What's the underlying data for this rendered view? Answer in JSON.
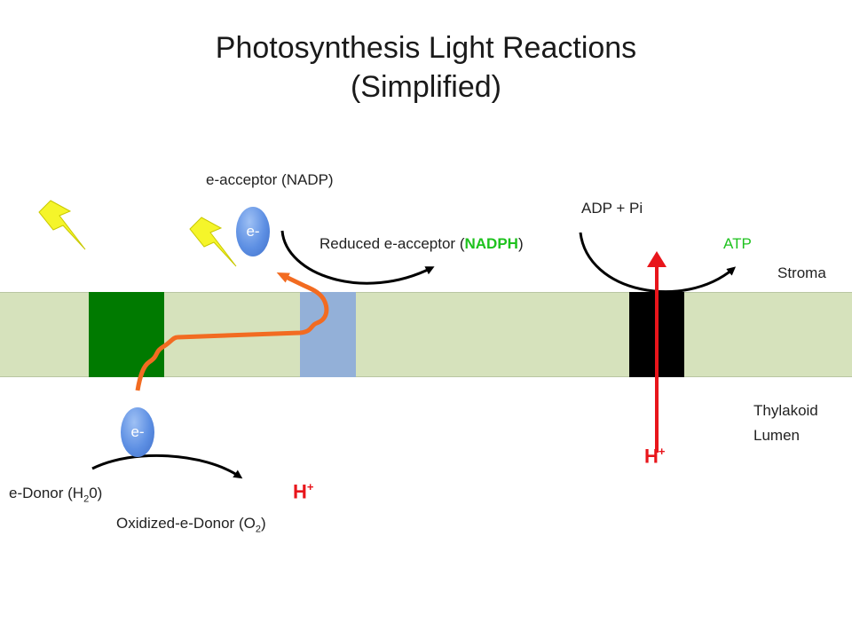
{
  "title": {
    "line1": "Photosynthesis Light Reactions",
    "line2": "(Simplified)"
  },
  "labels": {
    "e_acceptor": "e-acceptor (NADP)",
    "reduced_prefix": "Reduced e-acceptor (",
    "nadph": "NADPH",
    "reduced_suffix": ")",
    "adp_pi": "ADP + Pi",
    "atp": "ATP",
    "stroma": "Stroma",
    "thylakoid": "Thylakoid",
    "lumen": "Lumen",
    "e_donor_prefix": "e-Donor (H",
    "e_donor_sub": "2",
    "e_donor_suffix": "0)",
    "oxidized_prefix": "Oxidized-e-Donor (O",
    "oxidized_sub": "2",
    "oxidized_suffix": ")",
    "h_plus": "H",
    "h_plus_sup": "+",
    "electron": "e-"
  },
  "colors": {
    "membrane": "#d6e2bc",
    "photosystem": "#007a00",
    "cytochrome": "#93b0d8",
    "atp_synthase": "#000000",
    "electron_path": "#f26b21",
    "proton_arrow": "#e8151b",
    "nadph_text": "#1ec21e",
    "atp_text": "#1ec21e",
    "lightning": "#f5f52a"
  },
  "icons": [
    "lightning-bolt-icon",
    "lightning-bolt-icon"
  ]
}
